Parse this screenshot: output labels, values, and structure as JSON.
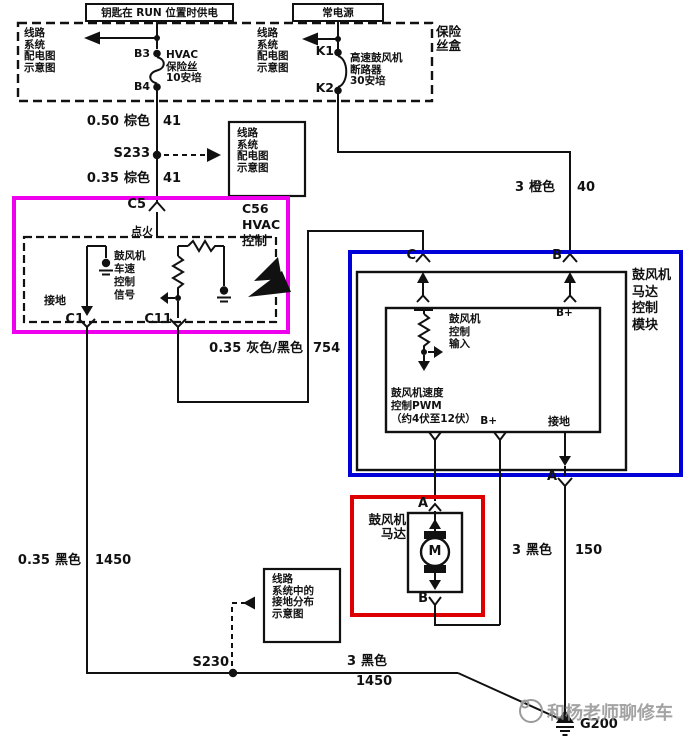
{
  "colors": {
    "hvac_box": "#ee00ee",
    "module_box": "#0000d8",
    "motor_box": "#dd0000",
    "wire": "#111111"
  },
  "power_labels": {
    "run": "钥匙在 RUN 位置时供电",
    "constant": "常电源"
  },
  "fuse_box": {
    "name": "保险\n丝盒",
    "left_ref": "线路\n系统\n配电图\n示意图",
    "right_ref": "线路\n系统\n配电图\n示意图",
    "b3": "B3",
    "b4": "B4",
    "fuse": "HVAC\n保险丝\n10安培",
    "k1": "K1",
    "k2": "K2",
    "breaker": "高速鼓风机\n断路器\n30安培"
  },
  "wires": {
    "brown_50": {
      "gauge": "0.50",
      "color": "棕色",
      "circuit": "41"
    },
    "brown_35": {
      "gauge": "0.35",
      "color": "棕色",
      "circuit": "41"
    },
    "gray_black": {
      "gauge": "0.35",
      "color": "灰色/黑色",
      "circuit": "754"
    },
    "orange": {
      "gauge": "3",
      "color": "橙色",
      "circuit": "40"
    },
    "black_35": {
      "gauge": "0.35",
      "color": "黑色",
      "circuit": "1450"
    },
    "black_150": {
      "gauge": "3",
      "color": "黑色",
      "circuit": "150"
    },
    "black_1450": {
      "gauge": "3",
      "color": "黑色",
      "circuit": "1450"
    }
  },
  "splices": {
    "s233": "S233",
    "s230": "S230"
  },
  "ref_boxes": {
    "power_dist": "线路\n系统\n配电图\n示意图",
    "ground_dist": "线路\n系统中的\n接地分布\n示意图"
  },
  "hvac_control": {
    "name": "C56\nHVAC\n控制",
    "conn_top": "C5",
    "ignition": "点火",
    "speed_signal": "鼓风机\n车速\n控制\n信号",
    "ground": "接地",
    "conn_ground": "C1",
    "conn_signal": "C11"
  },
  "blower_module": {
    "name": "鼓风机\n马达\n控制\n模块",
    "conn_c": "C",
    "conn_b": "B",
    "conn_a": "A",
    "bplus_top": "B+",
    "control_input": "鼓风机\n控制\n输入",
    "pwm": "鼓风机速度\n控制PWM\n（约4伏至12伏）",
    "bplus_bottom": "B+",
    "ground": "接地"
  },
  "blower_motor": {
    "name": "鼓风机\n马达",
    "conn_a": "A",
    "conn_b": "B",
    "symbol": "M"
  },
  "ground": {
    "g200": "G200"
  },
  "watermark": "和杨老师聊修车"
}
